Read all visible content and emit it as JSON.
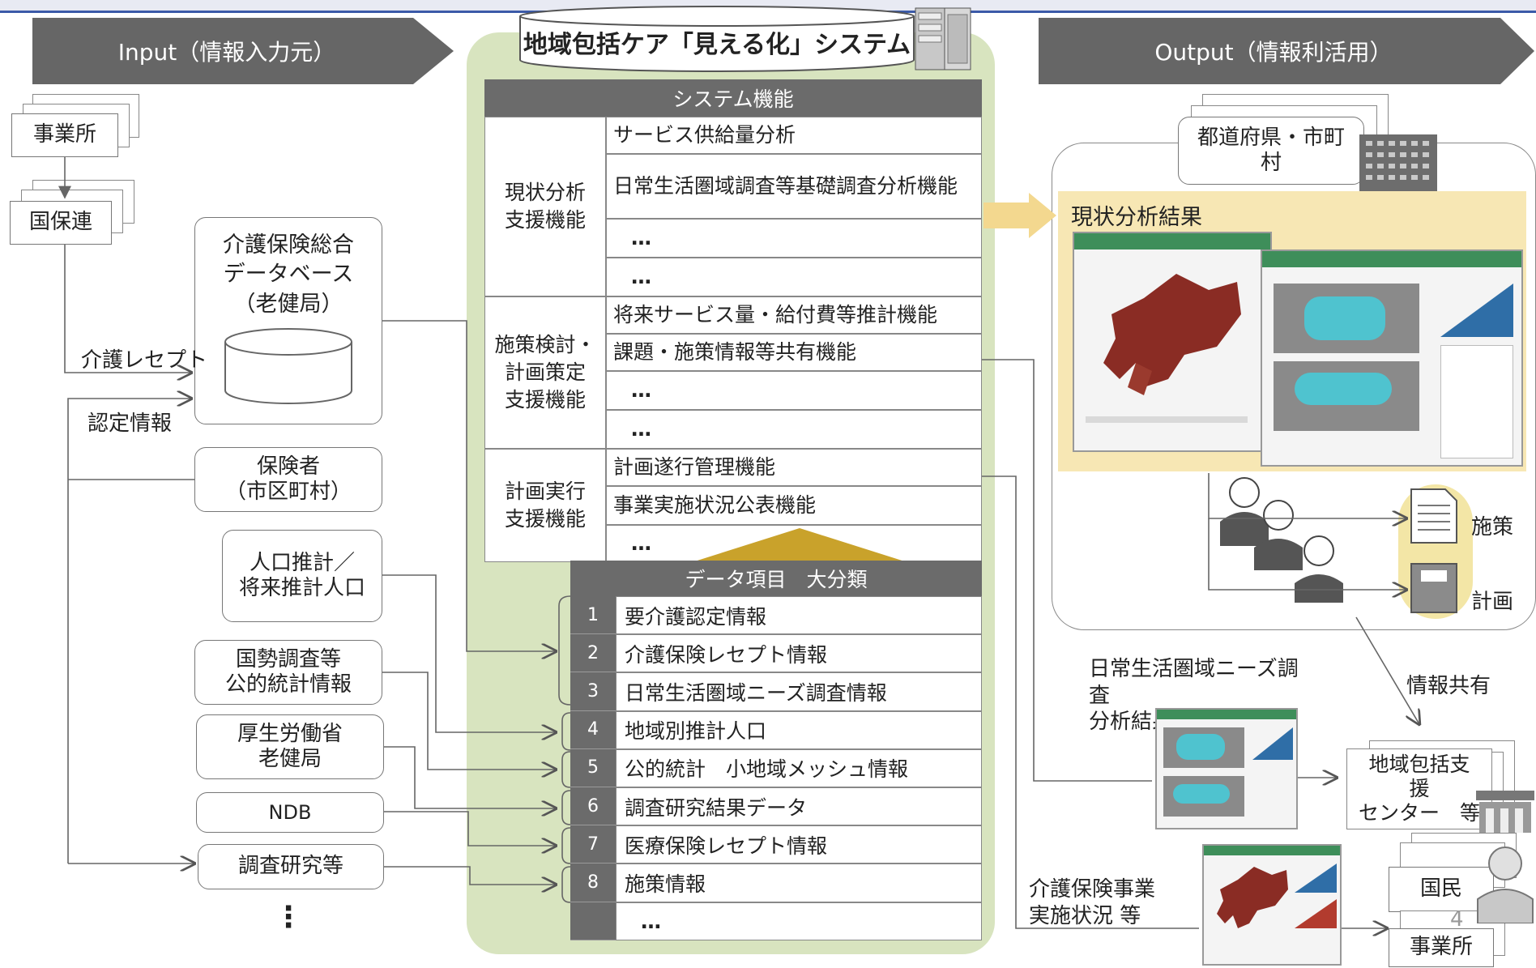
{
  "system_title": "地域包括ケア「見える化」システム",
  "input_header": "Input（情報入力元）",
  "output_header": "Output（情報利活用）",
  "inputs": {
    "jigyosho": "事業所",
    "kokuhoren": "国保連",
    "db_line1": "介護保険総合",
    "db_line2": "データベース",
    "db_line3": "（老健局）",
    "kaigo_receipt": "介護レセプト",
    "nintei": "認定情報",
    "hokensha_line1": "保険者",
    "hokensha_line2": "（市区町村）",
    "jinko_line1": "人口推計／",
    "jinko_line2": "将来推計人口",
    "kokusei_line1": "国勢調査等",
    "kokusei_line2": "公的統計情報",
    "mhlw_line1": "厚生労働省",
    "mhlw_line2": "老健局",
    "ndb": "NDB",
    "chosa": "調査研究等",
    "more": "⋮"
  },
  "functions": {
    "header": "システム機能",
    "groups": [
      {
        "label_line1": "現状分析",
        "label_line2": "支援機能",
        "label_line3": "",
        "items": [
          "サービス供給量分析",
          "日常生活圏域調査等基礎調査分析機能",
          "…",
          "…"
        ]
      },
      {
        "label_line1": "施策検討・",
        "label_line2": "計画策定",
        "label_line3": "支援機能",
        "items": [
          "将来サービス量・給付費等推計機能",
          "課題・施策情報等共有機能",
          "…",
          "…"
        ]
      },
      {
        "label_line1": "計画実行",
        "label_line2": "支援機能",
        "label_line3": "",
        "items": [
          "計画遂行管理機能",
          "事業実施状況公表機能",
          "…"
        ]
      }
    ]
  },
  "data_items": {
    "header": "データ項目　大分類",
    "rows": [
      {
        "no": "1",
        "label": "要介護認定情報"
      },
      {
        "no": "2",
        "label": "介護保険レセプト情報"
      },
      {
        "no": "3",
        "label": "日常生活圏域ニーズ調査情報"
      },
      {
        "no": "4",
        "label": "地域別推計人口"
      },
      {
        "no": "5",
        "label": "公的統計　小地域メッシュ情報"
      },
      {
        "no": "6",
        "label": "調査研究結果データ"
      },
      {
        "no": "7",
        "label": "医療保険レセプト情報"
      },
      {
        "no": "8",
        "label": "施策情報"
      },
      {
        "no": "",
        "label": "…"
      }
    ]
  },
  "outputs": {
    "todofuken_line1": "都道府県・市町",
    "todofuken_line2": "村",
    "genjo": "現状分析結果",
    "shisaku": "施策",
    "keikaku": "計画",
    "joho_kyoyu": "情報共有",
    "needs_line1": "日常生活圏域ニーズ調",
    "needs_line2": "査",
    "needs_line3": "分析結果　等",
    "center_line1": "地域包括支",
    "center_line2": "援",
    "center_line3": "センター　等",
    "jisshi_line1": "介護保険事業",
    "jisshi_line2": "実施状況 等",
    "kokumin": "国民",
    "jigyosho": "事業所",
    "page_number": "4"
  },
  "colors": {
    "header_gray": "#666666",
    "system_bg": "#d8e4bf",
    "highlight": "#f7e7b4",
    "gold": "#c9a22b",
    "top_border": "#3b5aa8"
  }
}
